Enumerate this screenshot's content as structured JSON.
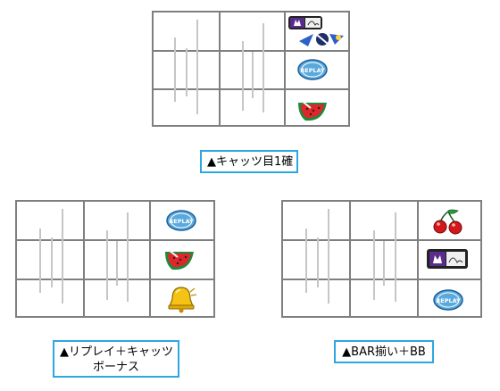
{
  "panels": [
    {
      "id": "top",
      "caption": "▲キャッツ目1確",
      "right_reel": [
        "cat-bar-stack",
        "replay",
        "watermelon"
      ]
    },
    {
      "id": "bottom-left",
      "caption_line1": "▲リプレイ＋キャッツ",
      "caption_line2": "ボーナス",
      "right_reel": [
        "replay",
        "watermelon",
        "bell"
      ]
    },
    {
      "id": "bottom-right",
      "caption": "▲BAR揃い＋BB",
      "right_reel": [
        "cherry",
        "cat-bar",
        "replay"
      ]
    }
  ],
  "symbol_labels": {
    "replay": "REPLAY"
  },
  "colors": {
    "grid": "#7f7f7f",
    "blur": "#c6c6c6",
    "caption_border": "#2ea7e0",
    "replay_fill": "#5aa9dd",
    "watermelon_rind": "#1d8a3c",
    "watermelon_flesh": "#e0262b",
    "bell": "#f5c216",
    "cherry": "#d3171b",
    "bar_purple": "#5a2d8c"
  }
}
